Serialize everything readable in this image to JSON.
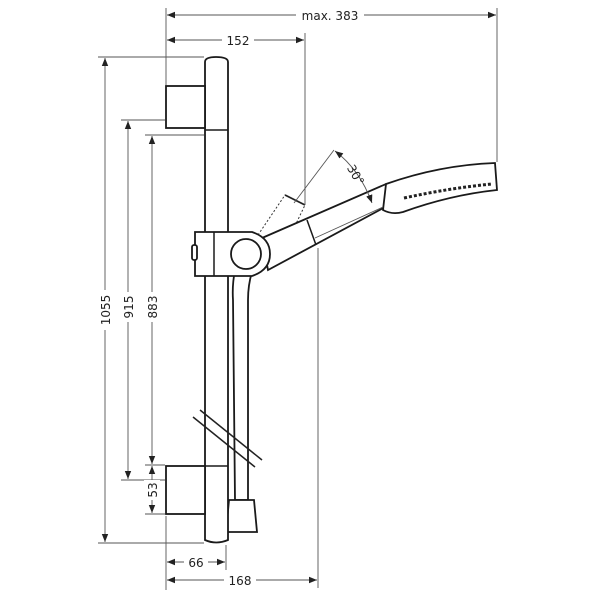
{
  "dimensions": {
    "max_width": "max. 383",
    "width_152": "152",
    "height_1055": "1055",
    "height_915": "915",
    "height_883": "883",
    "height_53": "53",
    "width_66": "66",
    "width_168": "168",
    "angle": "30°"
  }
}
